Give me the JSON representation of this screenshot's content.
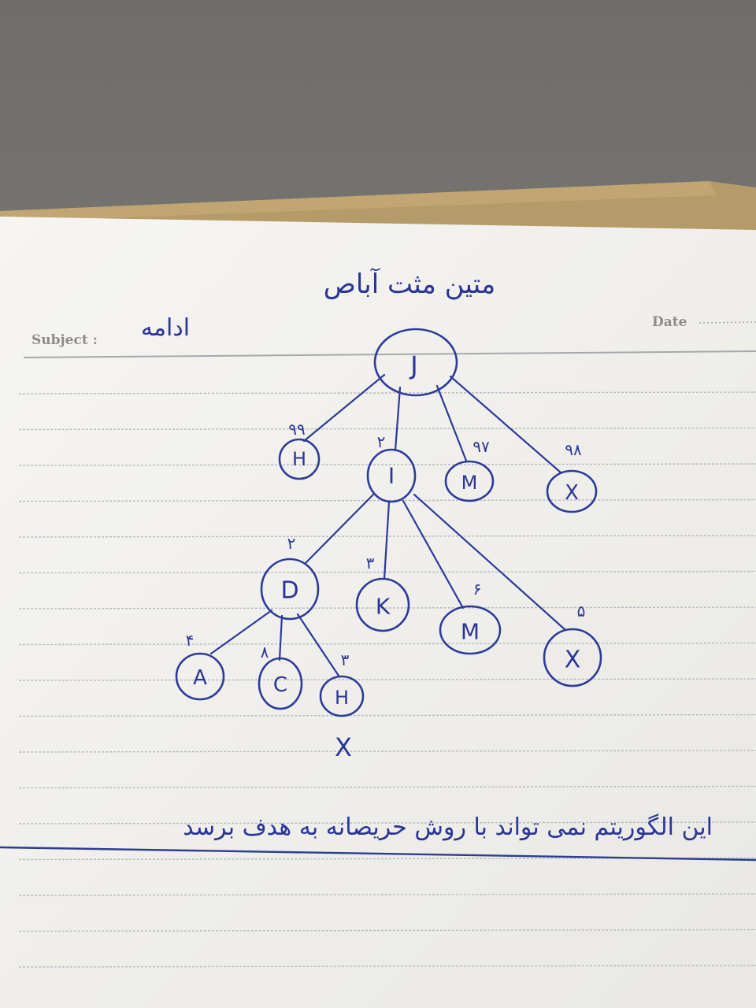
{
  "paper": {
    "subject_label": "Subject :",
    "date_label": "Date",
    "title": "متین مثت آباص",
    "subject_value": "ادامه",
    "footer_note": "این الگوریتم نمی تواند با روش حریصانه به هدف برسد"
  },
  "tree": {
    "root": {
      "label": "J"
    },
    "level1": [
      {
        "label": "H",
        "weight": "۹۹"
      },
      {
        "label": "I",
        "weight": "۲"
      },
      {
        "label": "M",
        "weight": "۹۷"
      },
      {
        "label": "X",
        "weight": "۹۸"
      }
    ],
    "level2": [
      {
        "label": "D",
        "weight": "۲"
      },
      {
        "label": "K",
        "weight": "۳"
      },
      {
        "label": "M",
        "weight": "۶"
      },
      {
        "label": "X",
        "weight": "۵"
      }
    ],
    "level3": [
      {
        "label": "A",
        "weight": "۴"
      },
      {
        "label": "C",
        "weight": "۸"
      },
      {
        "label": "H",
        "weight": "۳"
      }
    ],
    "dead_end_mark": "X"
  },
  "colors": {
    "ink": "#2a3598",
    "paper": "#f5f4f1",
    "carpet": "#7e7c78",
    "cardboard": "#b59a6a",
    "rule_line": "#b9b8c4",
    "underline": "#2d3d8f"
  }
}
